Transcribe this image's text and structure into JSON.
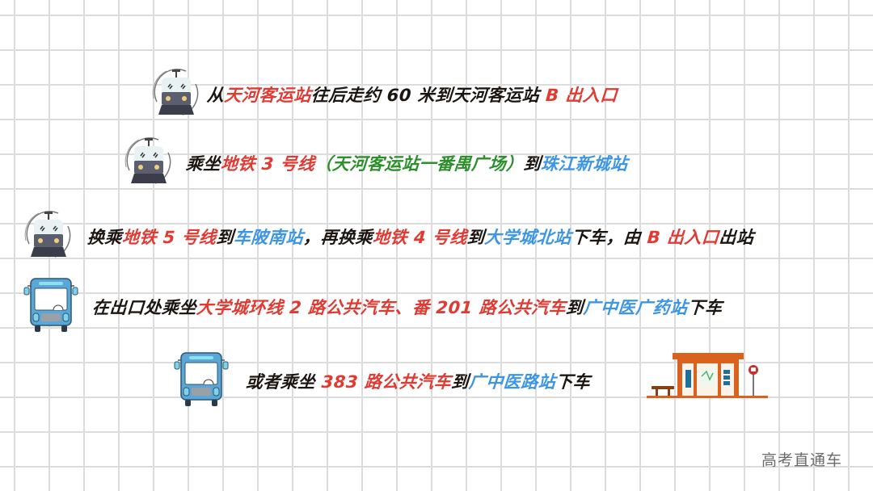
{
  "colors": {
    "text_dark": "#1c1612",
    "highlight_red": "#e03a32",
    "highlight_blue": "#3d95e6",
    "highlight_green": "#2b8f2a",
    "grid": "#dcdcdc",
    "bus_blue": "#5aa6d6",
    "shelter_orange": "#d9631e"
  },
  "steps": [
    {
      "icon": "metro-train-icon",
      "segments": [
        {
          "text": "从",
          "color": "dark"
        },
        {
          "text": "天河客运站",
          "color": "red"
        },
        {
          "text": "往后走约 60 米到天河客运站 ",
          "color": "dark"
        },
        {
          "text": "B 出入口",
          "color": "red"
        }
      ]
    },
    {
      "icon": "metro-train-icon",
      "segments": [
        {
          "text": "乘坐",
          "color": "dark"
        },
        {
          "text": "地铁 3 号线",
          "color": "red"
        },
        {
          "text": "（天河客运站一番禺广场）",
          "color": "green"
        },
        {
          "text": "到",
          "color": "dark"
        },
        {
          "text": "珠江新城站",
          "color": "blue"
        }
      ]
    },
    {
      "icon": "metro-train-icon",
      "segments": [
        {
          "text": "换乘",
          "color": "dark"
        },
        {
          "text": "地铁 5 号线",
          "color": "red"
        },
        {
          "text": "到",
          "color": "dark"
        },
        {
          "text": "车陂南站",
          "color": "blue"
        },
        {
          "text": "，再换乘",
          "color": "dark"
        },
        {
          "text": "地铁 4 号线",
          "color": "red"
        },
        {
          "text": "到",
          "color": "dark"
        },
        {
          "text": "大学城北站",
          "color": "blue"
        },
        {
          "text": "下车，由 ",
          "color": "dark"
        },
        {
          "text": "B 出入口",
          "color": "red"
        },
        {
          "text": "出站",
          "color": "dark"
        }
      ]
    },
    {
      "icon": "bus-icon",
      "segments": [
        {
          "text": "在出口处乘坐",
          "color": "dark"
        },
        {
          "text": "大学城环线 2 路公共汽车、番 201 路公共汽车",
          "color": "red"
        },
        {
          "text": "到",
          "color": "dark"
        },
        {
          "text": "广中医广药站",
          "color": "blue"
        },
        {
          "text": "下车",
          "color": "dark"
        }
      ]
    },
    {
      "icon": "bus-icon",
      "trailing_icon": "bus-stop-shelter-icon",
      "segments": [
        {
          "text": "或者乘坐 ",
          "color": "dark"
        },
        {
          "text": "383 路公共汽车",
          "color": "red"
        },
        {
          "text": "到",
          "color": "dark"
        },
        {
          "text": "广中医路站",
          "color": "blue"
        },
        {
          "text": "下车",
          "color": "dark"
        }
      ]
    }
  ],
  "watermark": "高考直通车"
}
